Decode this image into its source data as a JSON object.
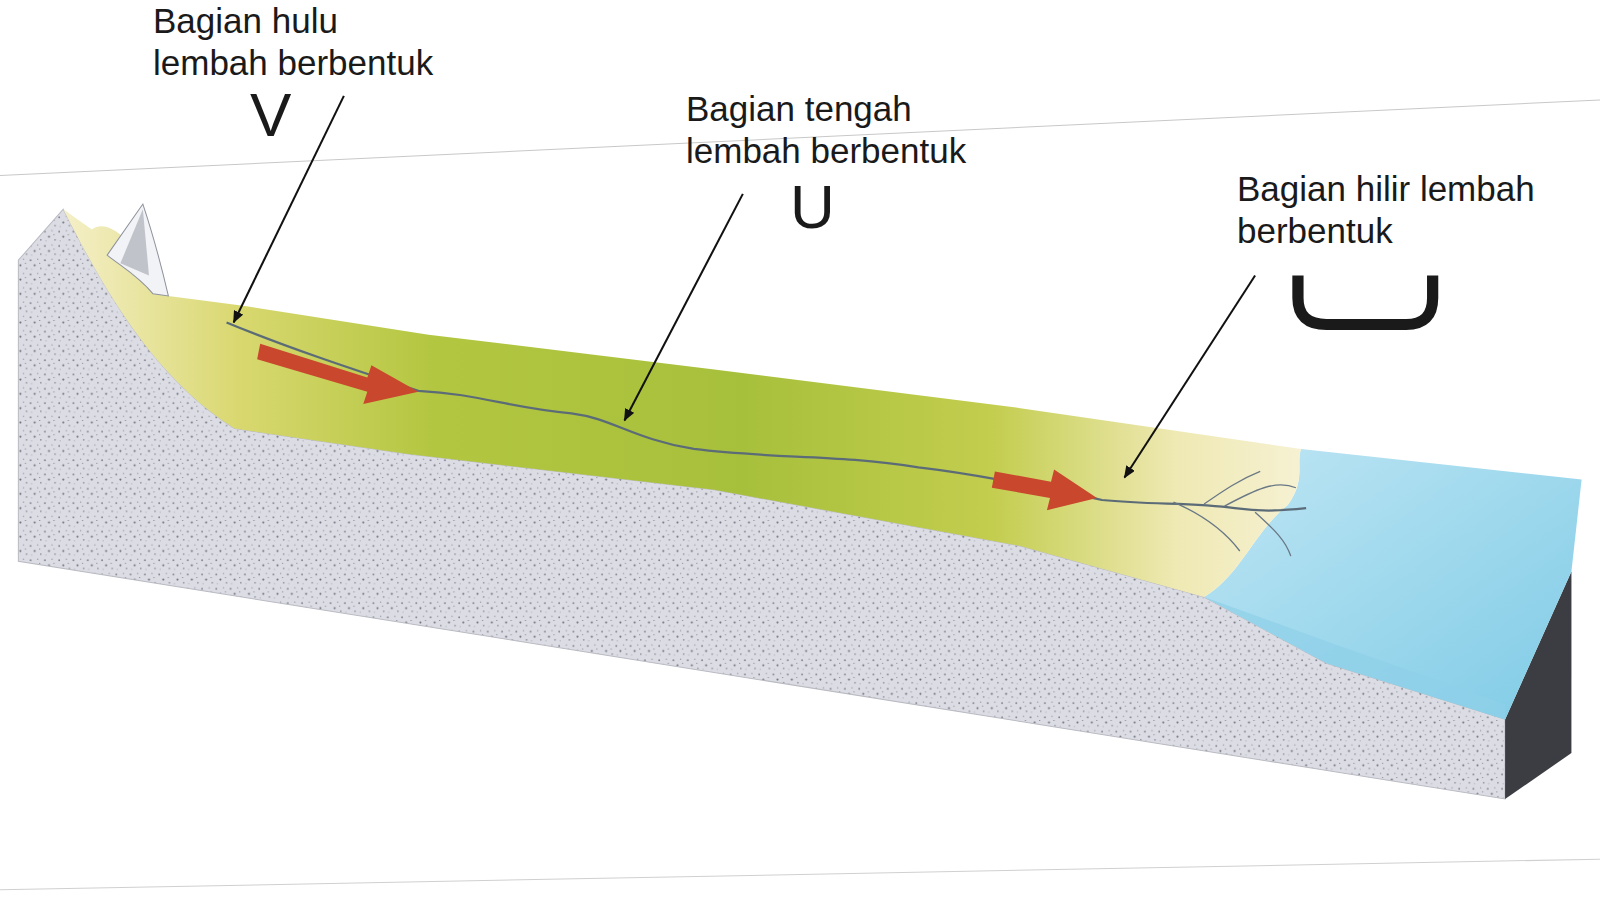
{
  "diagram": {
    "labels": [
      "Bagian hulu lembah berbentuk",
      "V",
      "Bagian tengah lembah berbentuk",
      "U",
      "Bagian hilir lembah berbentuk"
    ]
  }
}
